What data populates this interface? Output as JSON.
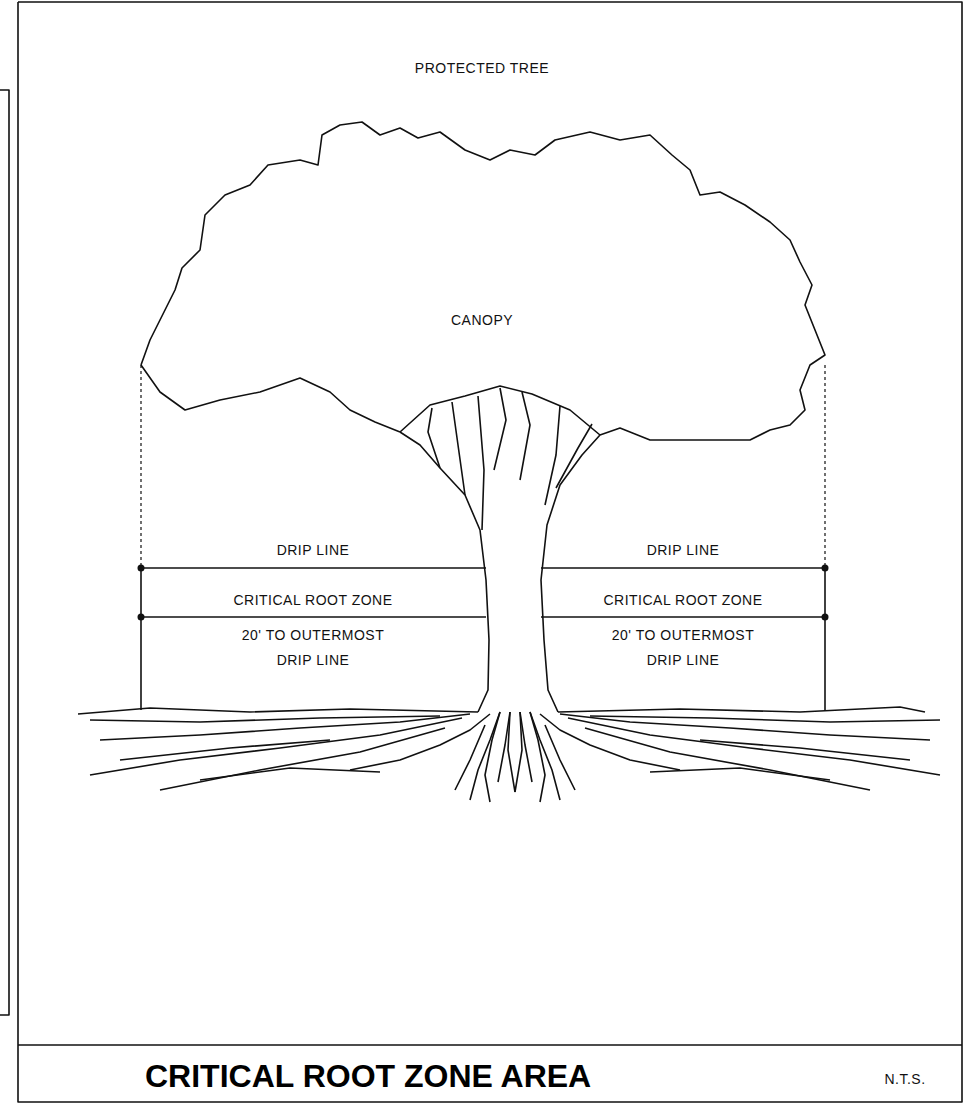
{
  "diagram": {
    "title": "CRITICAL ROOT ZONE AREA",
    "labels": [
      "PROTECTED TREE",
      "CANOPY",
      "DRIP LINE",
      "DRIP LINE",
      "CRITICAL ROOT ZONE",
      "CRITICAL ROOT ZONE",
      "20' TO OUTERMOST DRIP LINE",
      "20' TO OUTERMOST DRIP LINE",
      "N.T.S."
    ]
  }
}
